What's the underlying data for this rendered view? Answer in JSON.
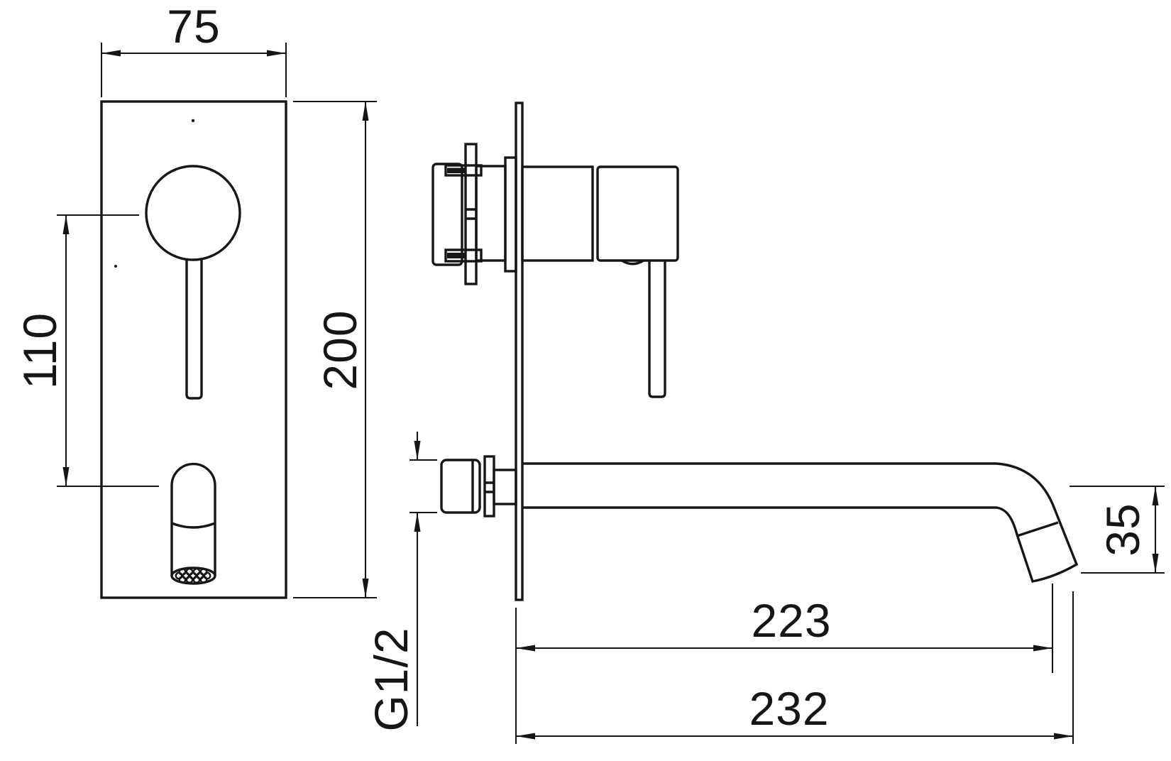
{
  "colors": {
    "line": "#161616",
    "background": "#ffffff"
  },
  "dimensions": {
    "plate_width": "75",
    "plate_height": "200",
    "handle_center_to_spout": "110",
    "spout_outlet_drop": "35",
    "spout_projection": "223",
    "spout_overall_projection": "232",
    "inlet_thread": "G1/2"
  }
}
